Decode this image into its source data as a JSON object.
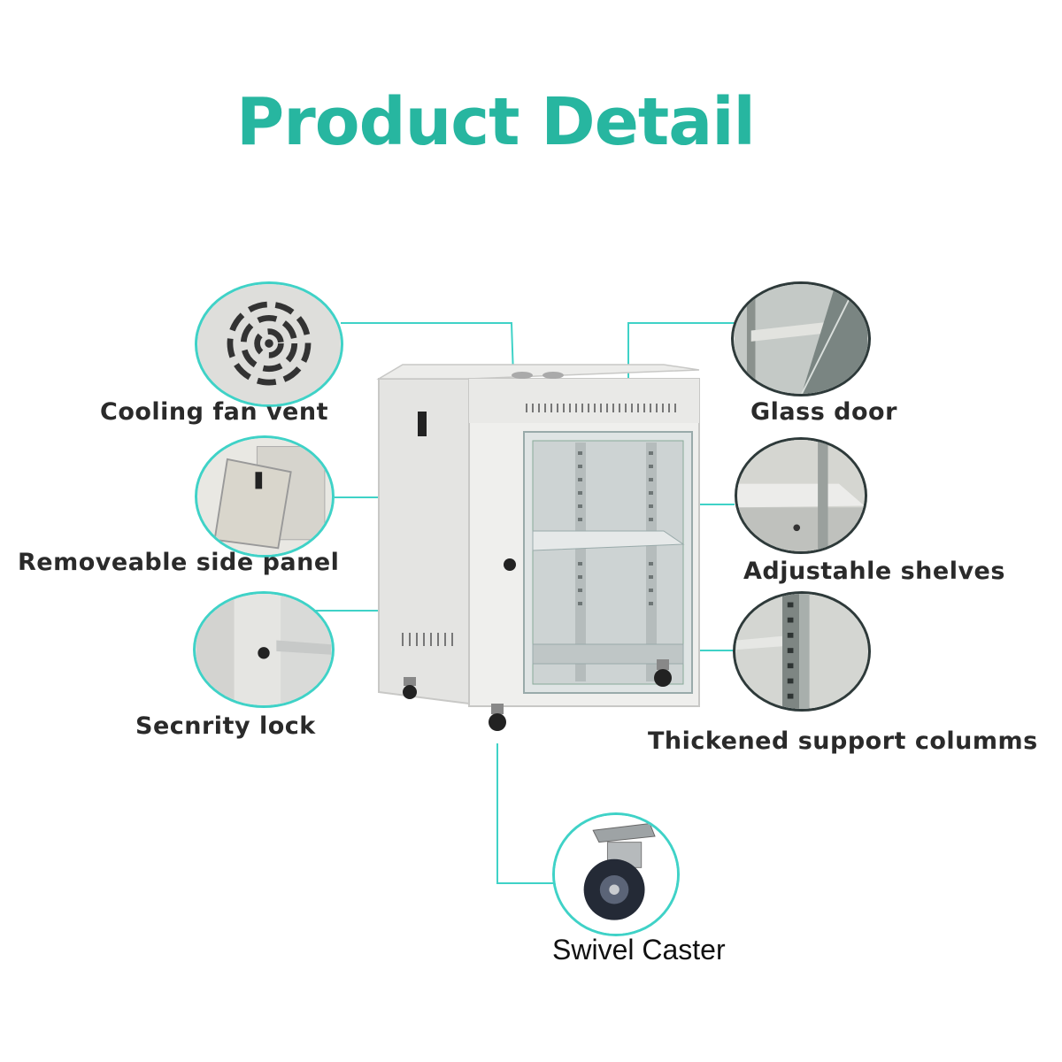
{
  "title": "Product Detail",
  "accent_color": "#27b6a0",
  "leader_color": "#3fd2c7",
  "features": {
    "cooling_fan_vent": "Cooling fan vent",
    "removable_side_panel": "Removeable side panel",
    "security_lock": "Secnrity lock",
    "glass_door": "Glass door",
    "adjustable_shelves": "Adjustahle shelves",
    "support_columns": "Thickened support columms",
    "swivel_caster": "Swivel Caster"
  }
}
